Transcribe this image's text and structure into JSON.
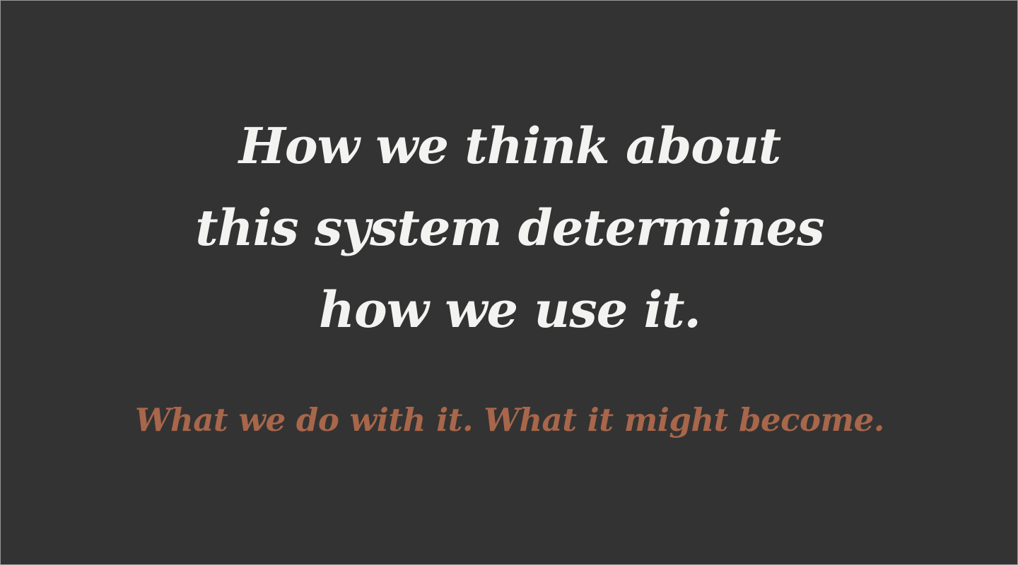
{
  "slide": {
    "headline_lines": [
      "How we think about",
      "this system determines",
      "how we use it."
    ],
    "subline": "What we do with it. What it might become.",
    "colors": {
      "background": "#333333",
      "headline": "#f3f3f1",
      "subline": "#a8664a"
    }
  }
}
